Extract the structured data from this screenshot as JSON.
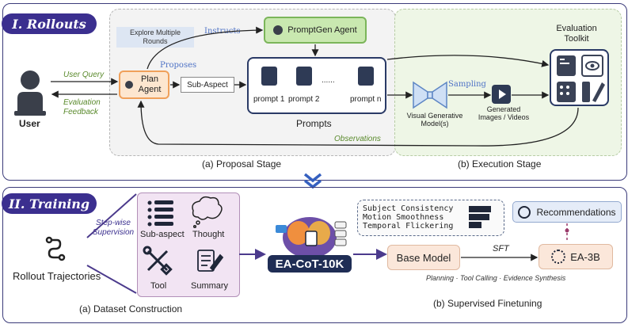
{
  "rollouts": {
    "tab": "I. Rollouts",
    "proposal_caption": "(a) Proposal Stage",
    "execution_caption": "(b) Execution Stage",
    "user_label": "User",
    "user_query": "User Query",
    "evaluation_feedback": "Evaluation Feedback",
    "explore": "Explore Multiple Rounds",
    "instructs": "Instructs",
    "proposes": "Proposes",
    "promptgen_agent": "PromptGen Agent",
    "plan_agent": "Plan Agent",
    "sub_aspect": "Sub-Aspect",
    "prompts_title": "Prompts",
    "prompt_items": [
      "prompt 1",
      "prompt 2",
      "......",
      "prompt n"
    ],
    "sampling": "Sampling",
    "visual_model": "Visual Generative Model(s)",
    "generated": "Generated Images / Videos",
    "toolkit": "Evaluation Toolkit",
    "observations": "Observations"
  },
  "training": {
    "tab": "II. Training",
    "rollout_trajectories": "Rollout Trajectories",
    "stepwise": "Step-wise Supervision",
    "items": [
      "Sub-aspect",
      "Thought",
      "Tool",
      "Summary"
    ],
    "dataset_caption": "(a) Dataset Construction",
    "dataset_name": "EA-CoT-10K",
    "metrics": [
      "Subject Consistency",
      "Motion Smoothness",
      "Temporal Flickering"
    ],
    "recommendations": "Recommendations",
    "base_model": "Base Model",
    "sft": "SFT",
    "model_name": "EA-3B",
    "capabilities": "Planning · Tool Calling · Evidence Synthesis",
    "finetune_caption": "(b) Supervised Finetuning"
  },
  "colors": {
    "accent": "#3b2f8f",
    "plan_fill": "#fde6cf",
    "plan_border": "#f0a05a",
    "promptgen_fill": "#c9e8b0",
    "promptgen_border": "#7bb55a",
    "prompts_border": "#2a3a66",
    "exec_bg": "#eef6e6",
    "proposal_bg": "#f3f3f3",
    "training_bg": "#f2e4f3"
  }
}
